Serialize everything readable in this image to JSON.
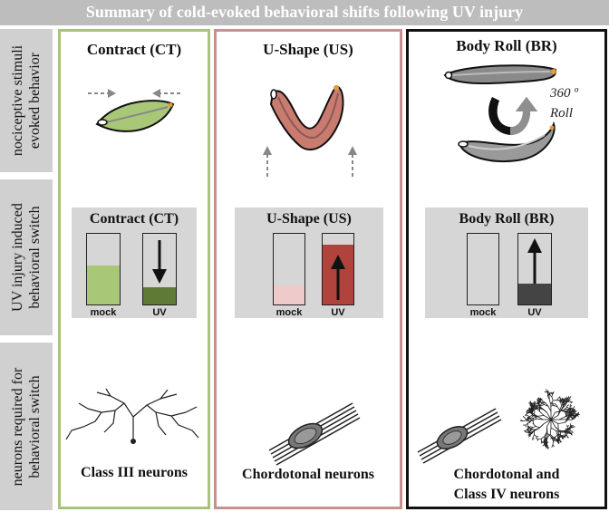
{
  "title": "Summary of cold-evoked behavioral shifts following UV injury",
  "row_labels": [
    {
      "line1": "nociceptive stimuli",
      "line2": "evoked behavior"
    },
    {
      "line1": "UV injury induced",
      "line2": "behavioral switch"
    },
    {
      "line1": "neurons required for",
      "line2": "behavioral switch"
    }
  ],
  "columns": [
    {
      "behavior": "Contract (CT)",
      "box_title": "Contract (CT)",
      "mock_label": "mock",
      "uv_label": "UV",
      "mock_level": 0.55,
      "uv_level": 0.25,
      "direction": "down",
      "mock_color": "#a8c878",
      "uv_color": "#5e7a34",
      "neurons": [
        "Class III neurons"
      ]
    },
    {
      "behavior": "U-Shape (US)",
      "box_title": "U-Shape (US)",
      "mock_label": "mock",
      "uv_label": "UV",
      "mock_level": 0.27,
      "uv_level": 0.84,
      "direction": "up",
      "mock_color": "#efcaca",
      "uv_color": "#b0443c",
      "neurons": [
        "Chordotonal neurons"
      ]
    },
    {
      "behavior": "Body Roll (BR)",
      "box_title": "Body Roll (BR)",
      "mock_label": "mock",
      "uv_label": "UV",
      "mock_level": 0.0,
      "uv_level": 0.3,
      "direction": "up",
      "mock_color": "#d6d6d6",
      "uv_color": "#444444",
      "neurons": [
        "Chordotonal and",
        "Class IV neurons"
      ],
      "roll_text": [
        "360 º",
        "Roll"
      ]
    }
  ]
}
